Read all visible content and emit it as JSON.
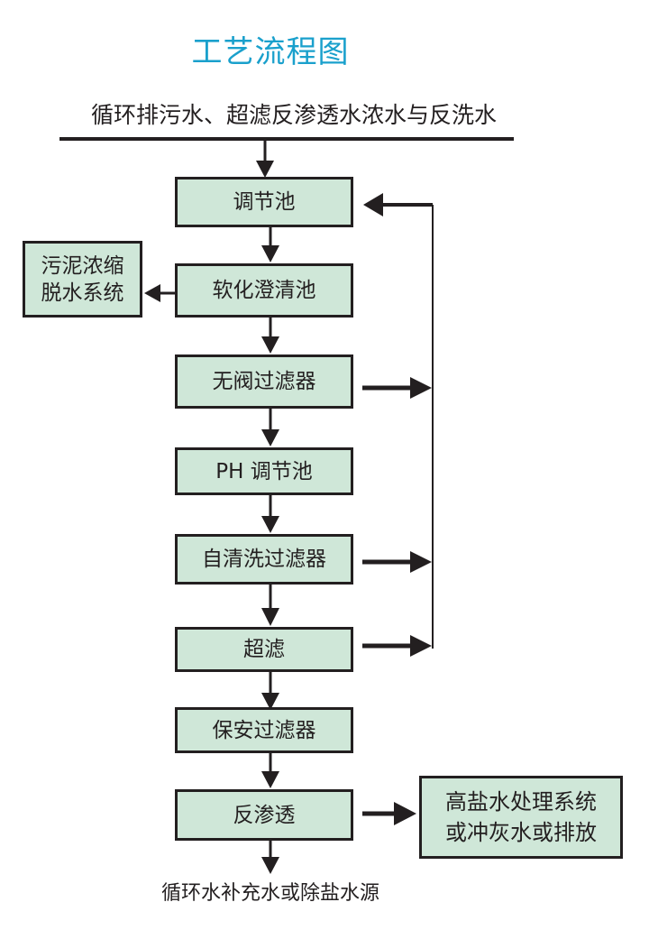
{
  "title": "工艺流程图",
  "source_label": "循环排污水、超滤反渗透水浓水与反洗水",
  "process_steps": [
    {
      "id": "regulating-tank",
      "label": "调节池"
    },
    {
      "id": "softening-clarifier",
      "label": "软化澄清池"
    },
    {
      "id": "valveless-filter",
      "label": "无阀过滤器"
    },
    {
      "id": "ph-regulating-tank",
      "label": "PH 调节池"
    },
    {
      "id": "self-cleaning-filter",
      "label": "自清洗过滤器"
    },
    {
      "id": "ultrafiltration",
      "label": "超滤"
    },
    {
      "id": "security-filter",
      "label": "保安过滤器"
    },
    {
      "id": "reverse-osmosis",
      "label": "反渗透"
    }
  ],
  "side_boxes": {
    "sludge": {
      "line1": "污泥浓缩",
      "line2": "脱水系统"
    },
    "brine": {
      "line1": "高盐水处理系统",
      "line2": "或冲灰水或排放"
    }
  },
  "outlet_label": "循环水补充水或除盐水源",
  "recycle_from": [
    "valveless-filter",
    "self-cleaning-filter",
    "ultrafiltration"
  ],
  "recycle_to": "regulating-tank",
  "colors": {
    "title": "#1aa0cc",
    "box_fill": "#cfe7d8",
    "line": "#231f20"
  }
}
